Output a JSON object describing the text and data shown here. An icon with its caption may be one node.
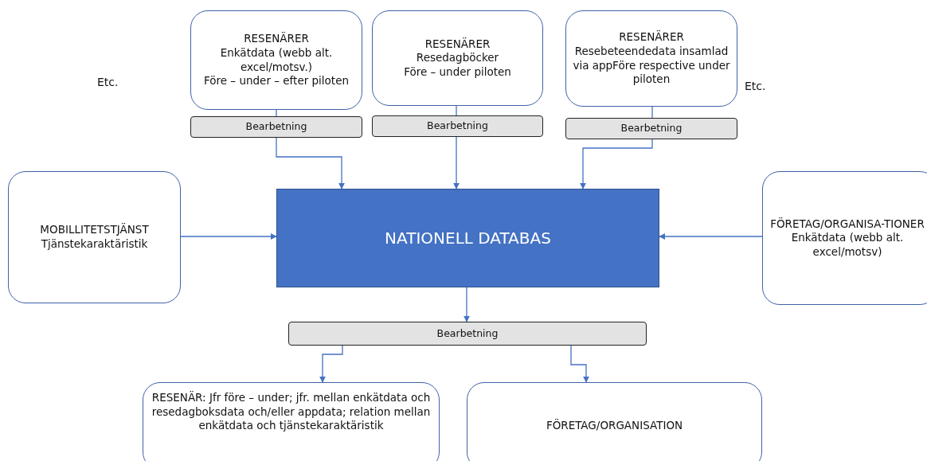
{
  "diagram": {
    "nodes": [
      {
        "text": [
          "RESENÄRER",
          "Enkätdata (webb alt. excel/motsv.)",
          "Före – under – efter piloten"
        ]
      },
      {
        "text": [
          "Bearbetning"
        ]
      },
      {
        "text": [
          "RESENÄRER",
          "Resedagböcker",
          "Före – under piloten"
        ]
      },
      {
        "text": [
          "Bearbetning"
        ]
      },
      {
        "text": [
          "RESENÄRER",
          "Resebeteendedata insamlad via appFöre respective under piloten"
        ]
      },
      {
        "text": [
          "Bearbetning"
        ]
      },
      {
        "text": [
          "MOBILLITETSTJÄNST",
          "Tjänstekaraktäristik"
        ]
      },
      {
        "text": [
          "NATIONELL DATABAS"
        ]
      },
      {
        "text": [
          "FÖRETAG/ORGANISA-TIONER",
          "Enkätdata (webb alt. excel/motsv)"
        ]
      },
      {
        "text": [
          "Bearbetning"
        ]
      },
      {
        "text": [
          "RESENÄR: Jfr före – under; jfr. mellan enkätdata och resedagboksdata och/eller appdata; relation mellan enkätdata och tjänstekaraktäristik"
        ]
      },
      {
        "text": [
          "FÖRETAG/ORGANISATION"
        ]
      }
    ],
    "edges": [
      {
        "from": 0,
        "to": 1,
        "arrow": "none"
      },
      {
        "from": 1,
        "to": 7,
        "arrow": "to"
      },
      {
        "from": 2,
        "to": 3,
        "arrow": "none"
      },
      {
        "from": 3,
        "to": 7,
        "arrow": "to"
      },
      {
        "from": 4,
        "to": 5,
        "arrow": "none"
      },
      {
        "from": 5,
        "to": 7,
        "arrow": "to"
      },
      {
        "from": 6,
        "to": 7,
        "arrow": "to"
      },
      {
        "from": 8,
        "to": 7,
        "arrow": "to"
      },
      {
        "from": 7,
        "to": 9,
        "arrow": "to"
      },
      {
        "from": 9,
        "to": 10,
        "arrow": "to"
      },
      {
        "from": 9,
        "to": 11,
        "arrow": "to"
      }
    ],
    "labels": [
      "Etc.",
      "Etc."
    ]
  }
}
